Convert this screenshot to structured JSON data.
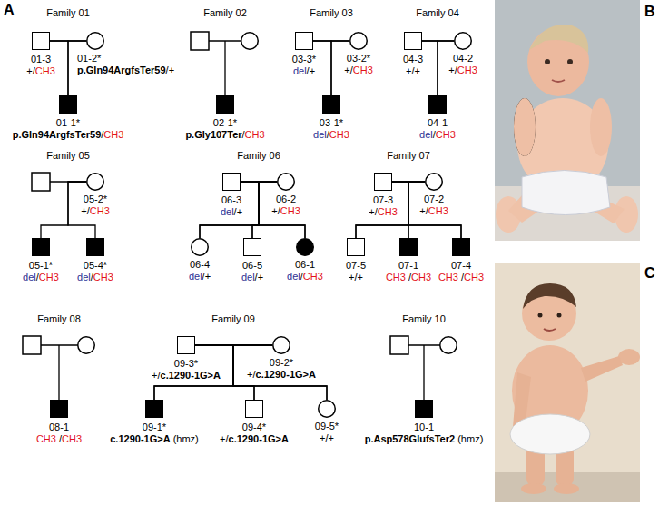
{
  "diagram": {
    "nodes": [
      {
        "text": [
          "01-3",
          "+/CH3"
        ]
      },
      {
        "text": [
          "01-2*",
          "p.Gln94ArgfsTer59/+"
        ]
      },
      {
        "text": [
          "01-1*",
          "p.Gln94ArgfsTer59/CH3"
        ]
      },
      {
        "text": [
          "02-1*",
          "p.Gly107Ter/CH3"
        ]
      },
      {
        "text": [
          "03-3*",
          "del/+"
        ]
      },
      {
        "text": [
          "03-2*",
          "+/CH3"
        ]
      },
      {
        "text": [
          "03-1*",
          "del/CH3"
        ]
      },
      {
        "text": [
          "04-3",
          "+/+"
        ]
      },
      {
        "text": [
          "04-2",
          "+/CH3"
        ]
      },
      {
        "text": [
          "04-1",
          "del/CH3"
        ]
      },
      {
        "text": [
          "05-2*",
          "+/CH3"
        ]
      },
      {
        "text": [
          "05-1*",
          "del/CH3"
        ]
      },
      {
        "text": [
          "05-4*",
          "del/CH3"
        ]
      },
      {
        "text": [
          "06-3",
          "del/+"
        ]
      },
      {
        "text": [
          "06-2",
          "+/CH3"
        ]
      },
      {
        "text": [
          "06-4",
          "del/+"
        ]
      },
      {
        "text": [
          "06-5",
          "del/+"
        ]
      },
      {
        "text": [
          "06-1",
          "del/CH3"
        ]
      },
      {
        "text": [
          "07-3",
          "+/CH3"
        ]
      },
      {
        "text": [
          "07-2",
          "+/CH3"
        ]
      },
      {
        "text": [
          "07-5",
          "+/+"
        ]
      },
      {
        "text": [
          "07-1",
          "CH3 /CH3"
        ]
      },
      {
        "text": [
          "07-4",
          "CH3 /CH3"
        ]
      },
      {
        "text": [
          "08-1",
          "CH3 /CH3"
        ]
      },
      {
        "text": [
          "09-3*",
          "+/c.1290-1G>A"
        ]
      },
      {
        "text": [
          "09-2*",
          "+/c.1290-1G>A"
        ]
      },
      {
        "text": [
          "09-1*",
          "c.1290-1G>A (hmz)"
        ]
      },
      {
        "text": [
          "09-4*",
          "+/c.1290-1G>A"
        ]
      },
      {
        "text": [
          "09-5*",
          "+/+"
        ]
      },
      {
        "text": [
          "10-1",
          "p.Asp578GlufsTer2 (hmz)"
        ]
      }
    ],
    "edges": [
      {
        "from": 0,
        "to": 1,
        "arrow": "none"
      },
      {
        "from": 0,
        "to": 2,
        "arrow": "none"
      },
      {
        "from": 1,
        "to": 2,
        "arrow": "none"
      },
      {
        "from": 4,
        "to": 5,
        "arrow": "none"
      },
      {
        "from": 4,
        "to": 6,
        "arrow": "none"
      },
      {
        "from": 5,
        "to": 6,
        "arrow": "none"
      },
      {
        "from": 7,
        "to": 8,
        "arrow": "none"
      },
      {
        "from": 7,
        "to": 9,
        "arrow": "none"
      },
      {
        "from": 8,
        "to": 9,
        "arrow": "none"
      },
      {
        "from": 10,
        "to": 11,
        "arrow": "none"
      },
      {
        "from": 10,
        "to": 12,
        "arrow": "none"
      },
      {
        "from": 13,
        "to": 14,
        "arrow": "none"
      },
      {
        "from": 13,
        "to": 15,
        "arrow": "none"
      },
      {
        "from": 13,
        "to": 16,
        "arrow": "none"
      },
      {
        "from": 13,
        "to": 17,
        "arrow": "none"
      },
      {
        "from": 14,
        "to": 15,
        "arrow": "none"
      },
      {
        "from": 14,
        "to": 16,
        "arrow": "none"
      },
      {
        "from": 14,
        "to": 17,
        "arrow": "none"
      },
      {
        "from": 18,
        "to": 19,
        "arrow": "none"
      },
      {
        "from": 18,
        "to": 20,
        "arrow": "none"
      },
      {
        "from": 18,
        "to": 21,
        "arrow": "none"
      },
      {
        "from": 18,
        "to": 22,
        "arrow": "none"
      },
      {
        "from": 19,
        "to": 20,
        "arrow": "none"
      },
      {
        "from": 19,
        "to": 21,
        "arrow": "none"
      },
      {
        "from": 19,
        "to": 22,
        "arrow": "none"
      },
      {
        "from": 24,
        "to": 25,
        "arrow": "none"
      },
      {
        "from": 24,
        "to": 26,
        "arrow": "none"
      },
      {
        "from": 24,
        "to": 27,
        "arrow": "none"
      },
      {
        "from": 24,
        "to": 28,
        "arrow": "none"
      },
      {
        "from": 25,
        "to": 26,
        "arrow": "none"
      },
      {
        "from": 25,
        "to": 27,
        "arrow": "none"
      },
      {
        "from": 25,
        "to": 28,
        "arrow": "none"
      }
    ],
    "labels": [
      "A",
      "Family 01",
      "Family 02",
      "Family 03",
      "Family 04",
      "B",
      "Family 05",
      "Family 06",
      "Family 07",
      "C",
      "Family 08",
      "Family 09",
      "Family 10"
    ]
  }
}
